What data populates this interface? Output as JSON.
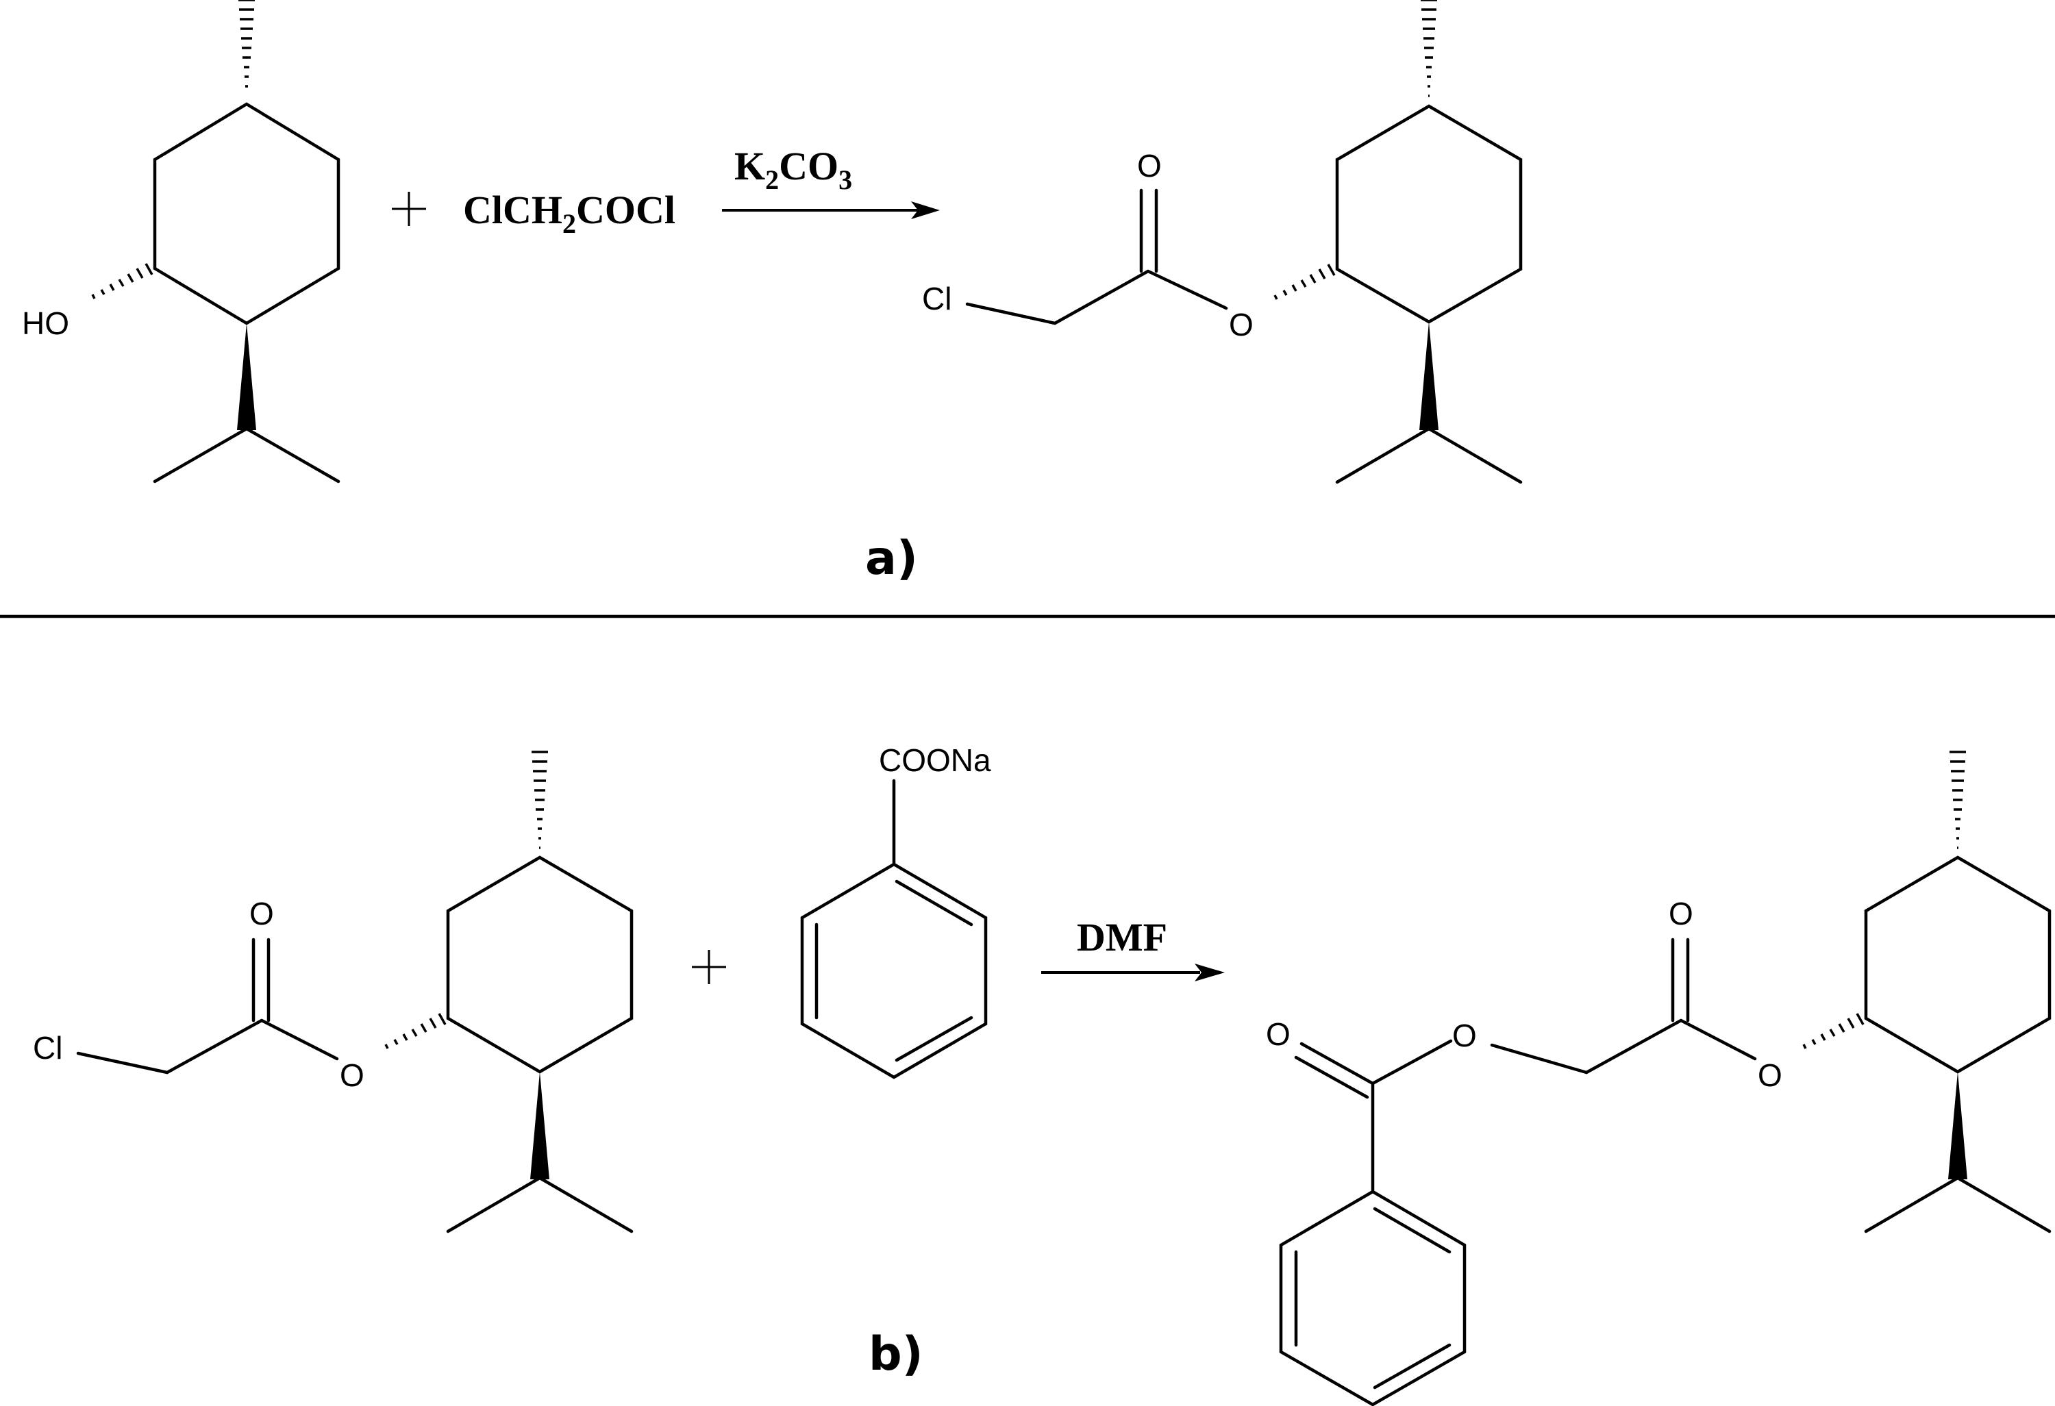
{
  "scheme_a": {
    "panel_label": "a)",
    "reactant1": {
      "hydroxyl_label": "HO"
    },
    "reactant2": {
      "formula": "ClCH",
      "subscript": "2",
      "formula_tail": "COCl"
    },
    "arrow": {
      "reagent_k": "K",
      "reagent_k_sub": "2",
      "reagent_co": "CO",
      "reagent_co_sub": "3"
    },
    "product": {
      "chloro_label": "Cl",
      "carbonyl_o": "O",
      "ester_o": "O"
    }
  },
  "scheme_b": {
    "panel_label": "b)",
    "reactant1": {
      "chloro_label": "Cl",
      "carbonyl_o": "O",
      "ester_o": "O"
    },
    "reactant2": {
      "salt_label": "COONa"
    },
    "arrow": {
      "reagent": "DMF"
    },
    "product": {
      "benzoyl_o": "O",
      "ether_o": "O",
      "carbonyl_o": "O",
      "ester_o": "O"
    }
  }
}
